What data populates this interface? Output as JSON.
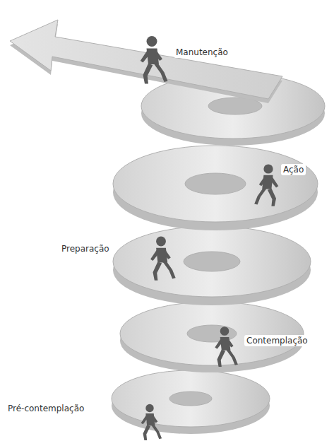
{
  "diagram": {
    "labels": [
      "Manutenção",
      "Ação",
      "Preparação",
      "Contemplação",
      "Pré-contemplação"
    ]
  }
}
